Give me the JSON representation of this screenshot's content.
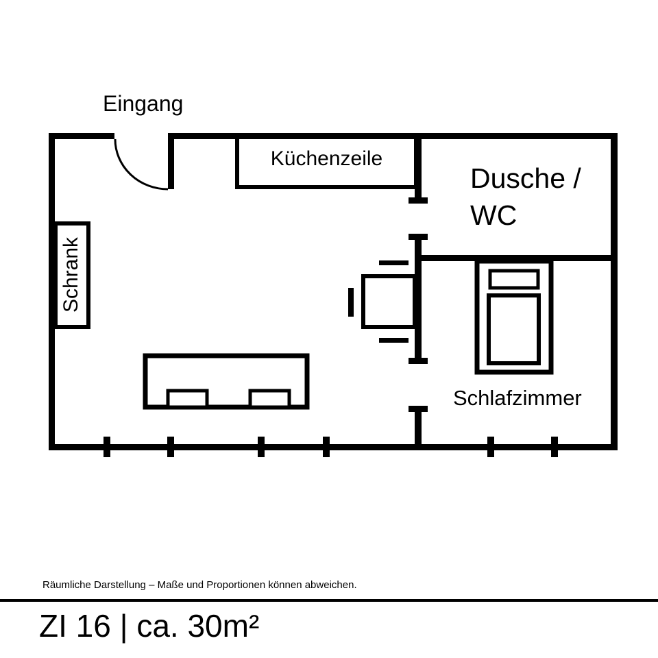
{
  "floorplan": {
    "labels": {
      "entrance": "Eingang",
      "kitchenette": "Küchenzeile",
      "shower_wc_line1": "Dusche /",
      "shower_wc_line2": "WC",
      "closet": "Schrank",
      "bedroom": "Schlafzimmer"
    },
    "furniture": [
      "kitchenette-counter",
      "wardrobe",
      "sofa",
      "table-with-chair",
      "bed"
    ]
  },
  "footer": {
    "disclaimer": "Räumliche Darstellung – Maße und Proportionen können abweichen.",
    "room_title": "ZI 16 | ca. 30m²"
  },
  "colors": {
    "line": "#000000",
    "background": "#ffffff"
  }
}
